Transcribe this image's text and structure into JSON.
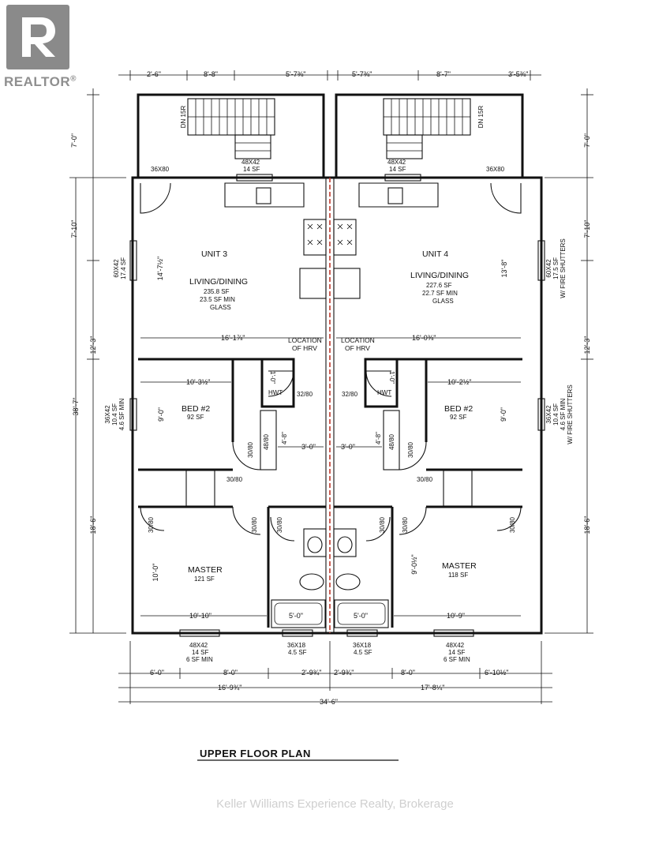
{
  "brand": {
    "name": "REALTOR",
    "mark": "®"
  },
  "watermark": "Keller Williams Experience Realty, Brokerage",
  "plan_title": "UPPER FLOOR PLAN",
  "dimensions": {
    "top": [
      "2'-6\"",
      "8'-8\"",
      "5'-7⅜\"",
      "5'-7⅜\"",
      "8'-7\"",
      "3'-5⅜\""
    ],
    "bottom_row1": [
      "6'-0\"",
      "8'-0\"",
      "2'-9¾\"",
      "2'-9¾\"",
      "8'-0\"",
      "6'-10½\""
    ],
    "bottom_row2": [
      "16'-9¾\"",
      "17'-8¼\""
    ],
    "overall_width": "34'-6\"",
    "left_side": [
      "7'-0\"",
      "7'-10\"",
      "12'-3\"",
      "18'-6\"",
      "38'-7\""
    ],
    "right_side": [
      "7'-0\"",
      "7'-10\"",
      "12'-3\"",
      "18'-6\""
    ],
    "interior": {
      "unit3_living_width": "16'-1⅞\"",
      "unit4_living_width": "16'-0⅜\"",
      "unit3_living_height": "14'-7½\"",
      "unit4_living_height": "13'-8\"",
      "unit3_bed_width": "10'-3½\"",
      "unit4_bed_width": "10'-2½\"",
      "unit3_bed_height": "9'-0\"",
      "unit4_bed_height": "9'-0\"",
      "unit3_hall": "3'-0\"",
      "unit4_hall": "3'-0\"",
      "unit3_closet": "4'-8\"",
      "unit4_closet": "4'-8\"",
      "unit3_hwt_closet": "1'-0\"",
      "unit4_hwt_closet": "1'-0\"",
      "unit3_master_width": "10'-10\"",
      "unit4_master_width": "10'-9\"",
      "unit3_master_height": "10'-0\"",
      "unit4_master_height": "9'-0½\"",
      "unit3_tub": "5'-0\"",
      "unit4_tub": "5'-0\""
    }
  },
  "rooms": {
    "unit3": {
      "unit_label": "UNIT 3",
      "living": {
        "name": "LIVING/DINING",
        "area": "235.8 SF",
        "glass_min": "23.5 SF MIN",
        "glass": "GLASS"
      },
      "bed2": {
        "name": "BED #2",
        "area": "92 SF"
      },
      "master": {
        "name": "MASTER",
        "area": "121 SF"
      },
      "hrv": [
        "LOCATION",
        "OF HRV"
      ],
      "hwt": "HWT"
    },
    "unit4": {
      "unit_label": "UNIT 4",
      "living": {
        "name": "LIVING/DINING",
        "area": "227.6 SF",
        "glass_min": "22.7 SF MIN",
        "glass": "GLASS"
      },
      "bed2": {
        "name": "BED #2",
        "area": "92 SF"
      },
      "master": {
        "name": "MASTER",
        "area": "118 SF"
      },
      "hrv": [
        "LOCATION",
        "OF HRV"
      ],
      "hwt": "HWT"
    }
  },
  "stairs": {
    "label": "DN 15R"
  },
  "doors": {
    "entry": "36X80",
    "bedroom": "30/80",
    "hwt": "32/80",
    "closet": "48/80"
  },
  "windows": {
    "stair_win": {
      "size": "48X42",
      "area": "14 SF"
    },
    "u3_living": {
      "size": "60X42",
      "area": "17.4 SF"
    },
    "u4_living": {
      "size": "60X42",
      "area": "17.5 SF",
      "note": "W/ FIRE SHUTTERS"
    },
    "u3_bed": {
      "size": "36X42",
      "area": "10.4 SF",
      "min": "4.6 SF MIN"
    },
    "u4_bed": {
      "size": "36X42",
      "area": "10.4 SF",
      "min": "4.6 SF MIN",
      "note": "W/ FIRE SHUTTERS"
    },
    "master_win": {
      "size": "48X42",
      "area": "14 SF",
      "min": "6 SF MIN"
    },
    "bath_win": {
      "size": "36X18",
      "area": "4.5 SF"
    }
  }
}
